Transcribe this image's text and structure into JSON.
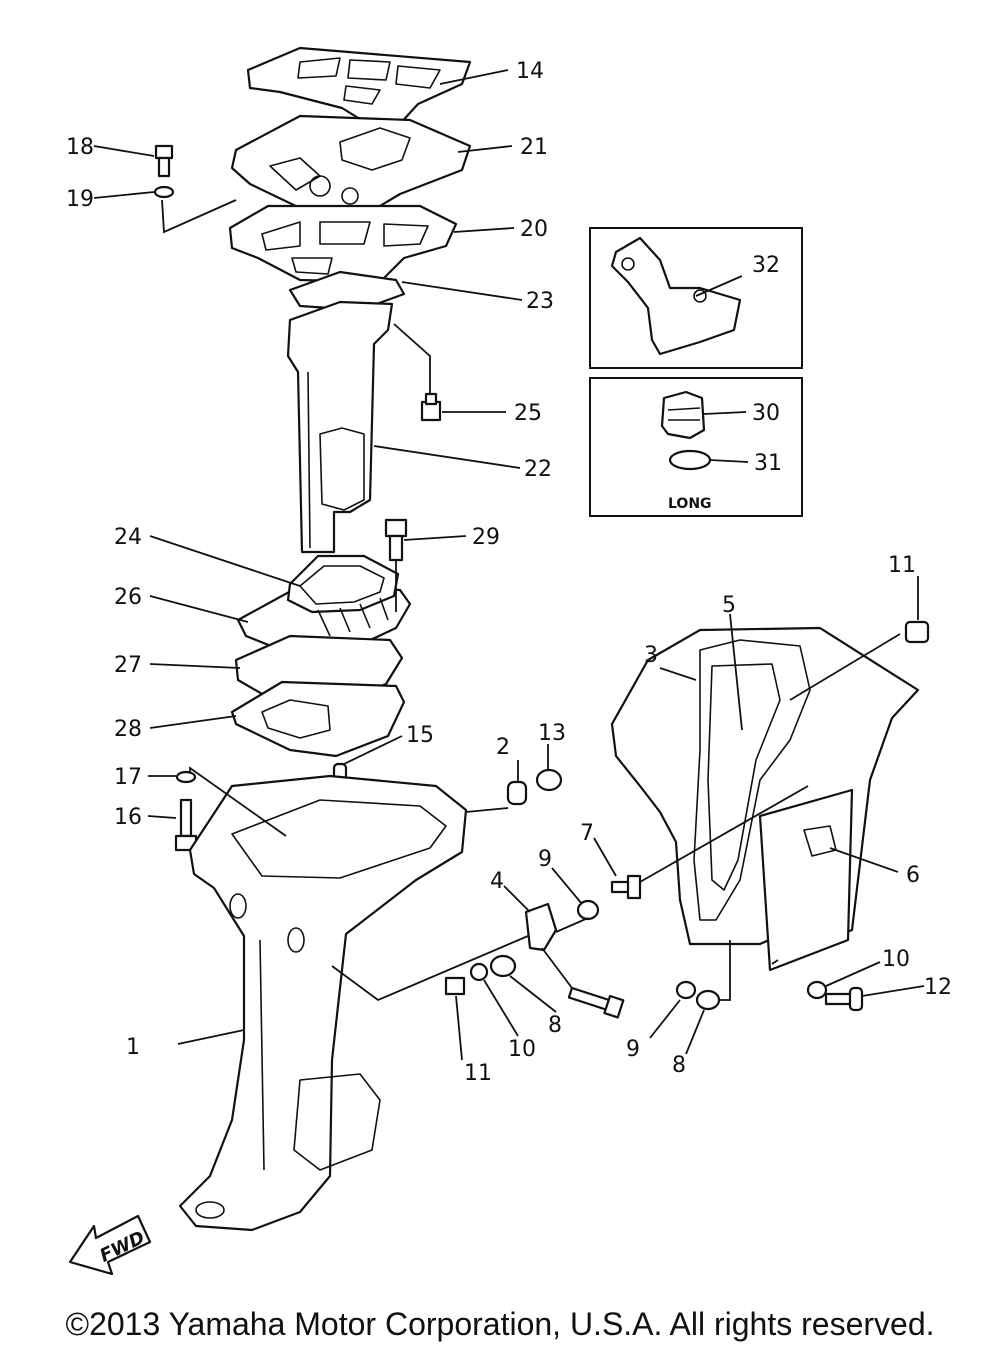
{
  "callouts": {
    "c1": "1",
    "c2": "2",
    "c3": "3",
    "c4": "4",
    "c5": "5",
    "c6": "6",
    "c7": "7",
    "c8a": "8",
    "c8b": "8",
    "c9a": "9",
    "c9b": "9",
    "c10a": "10",
    "c10b": "10",
    "c11a": "11",
    "c11b": "11",
    "c12": "12",
    "c13": "13",
    "c14": "14",
    "c15": "15",
    "c16": "16",
    "c17": "17",
    "c18": "18",
    "c19": "19",
    "c20": "20",
    "c21": "21",
    "c22": "22",
    "c23": "23",
    "c24": "24",
    "c25": "25",
    "c26": "26",
    "c27": "27",
    "c28": "28",
    "c29": "29",
    "c30": "30",
    "c31": "31",
    "c32": "32"
  },
  "inset_long_label": "LONG",
  "fwd_label": "FWD",
  "copyright": "©2013 Yamaha Motor Corporation, U.S.A. All rights reserved."
}
